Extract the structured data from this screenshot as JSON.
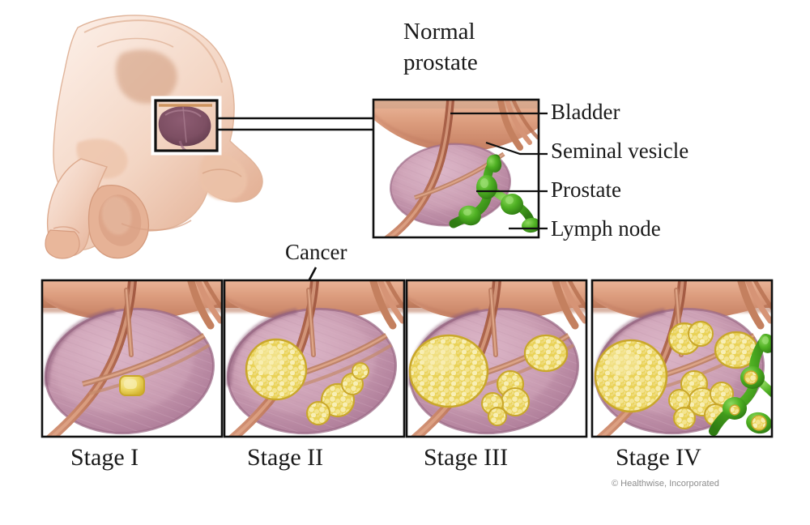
{
  "figure": {
    "title": "Prostate cancer stages illustration",
    "background_color": "#ffffff",
    "copyright": "© Healthwise, Incorporated"
  },
  "inset_title": {
    "line1": "Normal",
    "line2": "prostate"
  },
  "callout_labels": [
    {
      "id": "bladder",
      "text": "Bladder"
    },
    {
      "id": "seminal-vesicle",
      "text": "Seminal vesicle"
    },
    {
      "id": "prostate",
      "text": "Prostate"
    },
    {
      "id": "lymph-node",
      "text": "Lymph node"
    }
  ],
  "cancer_label": {
    "text": "Cancer"
  },
  "stages": [
    {
      "id": "stage-1",
      "label": "Stage I",
      "tumor_burden": "single small tumor confined to prostate",
      "lymph_involvement": false
    },
    {
      "id": "stage-2",
      "label": "Stage II",
      "tumor_burden": "larger tumor plus several nodules within prostate",
      "lymph_involvement": false
    },
    {
      "id": "stage-3",
      "label": "Stage III",
      "tumor_burden": "large tumor extending through prostate capsule",
      "lymph_involvement": false
    },
    {
      "id": "stage-4",
      "label": "Stage IV",
      "tumor_burden": "extensive tumor spread beyond prostate",
      "lymph_involvement": true
    }
  ],
  "colors": {
    "skin_light": "#f2d2c0",
    "skin_mid": "#e8b397",
    "bladder": "#d9967a",
    "bladder_light": "#eab79e",
    "prostate": "#c89ab0",
    "prostate_dark": "#a87490",
    "prostate_light": "#dcb6c8",
    "urethra": "#c07a5e",
    "urethra_dark": "#a45c44",
    "tumor": "#ecd75f",
    "tumor_light": "#f6ecaa",
    "tumor_dark": "#c8a82a",
    "lymph": "#4aae22",
    "lymph_dark": "#2f7c12",
    "line": "#101010",
    "text": "#1a1a1a",
    "copyright_text": "#8d8d8d"
  }
}
